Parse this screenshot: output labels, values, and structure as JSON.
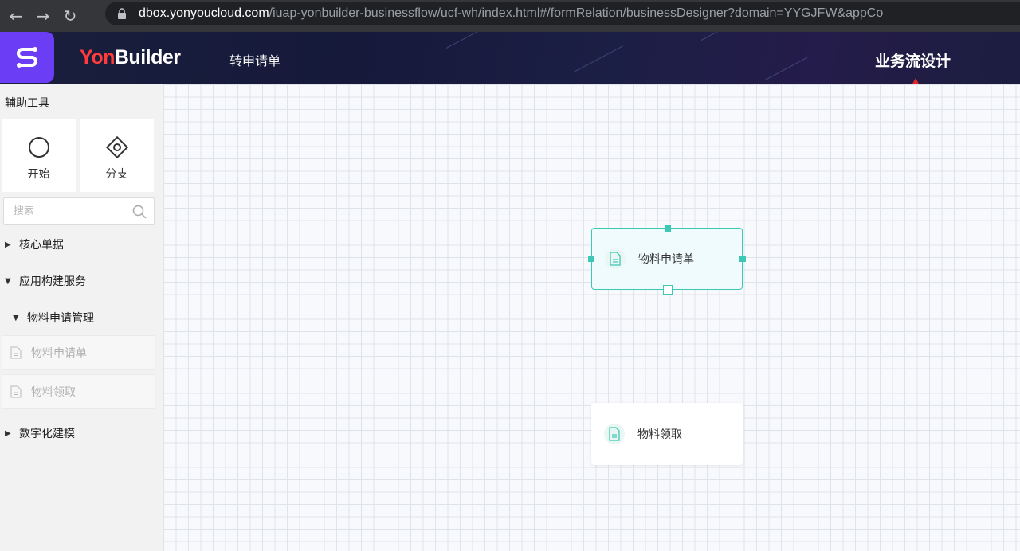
{
  "browser": {
    "url_host": "dbox.yonyoucloud.com",
    "url_path": "/iuap-yonbuilder-businessflow/ucf-wh/index.html#/formRelation/businessDesigner?domain=YYGJFW&appCo"
  },
  "header": {
    "brand_part1": "Yon",
    "brand_part2": "Builder",
    "page_name": "转申请单",
    "right_title": "业务流设计"
  },
  "sidebar": {
    "tools_title": "辅助工具",
    "tools": [
      {
        "label": "开始",
        "icon": "circle-icon"
      },
      {
        "label": "分支",
        "icon": "diamond-branch-icon"
      }
    ],
    "search_placeholder": "搜索",
    "tree": [
      {
        "label": "核心单据",
        "expanded": false
      },
      {
        "label": "应用构建服务",
        "expanded": true
      },
      {
        "label": "物料申请管理",
        "expanded": true
      },
      {
        "label": "物料申请单",
        "type": "leaf"
      },
      {
        "label": "物料领取",
        "type": "leaf"
      },
      {
        "label": "数字化建模",
        "expanded": false
      }
    ]
  },
  "canvas": {
    "nodes": [
      {
        "label": "物料申请单",
        "selected": true
      },
      {
        "label": "物料领取",
        "selected": false
      }
    ]
  },
  "colors": {
    "accent": "#3cc8b4",
    "logo_bg": "#6b3df5",
    "brand_red": "#ff3b3b"
  }
}
